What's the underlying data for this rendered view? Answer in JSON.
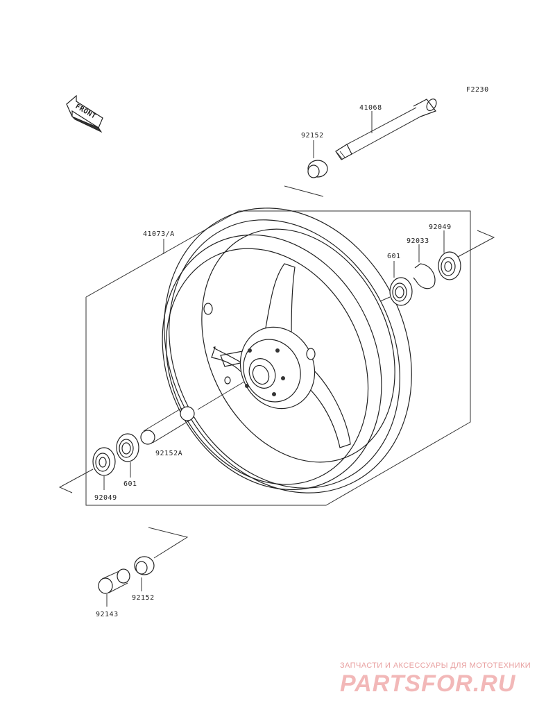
{
  "diagram_code": "F2230",
  "front_marker": "FRONT",
  "parts": {
    "axle": "41068",
    "collar_top": "92152",
    "wheel": "41073/A",
    "bearing_right": "601",
    "circlip": "92033",
    "seal_right": "92049",
    "collar_inner": "92152A",
    "bearing_left": "601",
    "seal_left": "92049",
    "collar_bottom": "92152",
    "spacer_bottom": "92143"
  },
  "watermark": {
    "tagline": "ЗАПЧАСТИ И АКСЕССУАРЫ ДЛЯ МОТОТЕХНИКИ",
    "brand": "PARTSFOR.RU"
  }
}
